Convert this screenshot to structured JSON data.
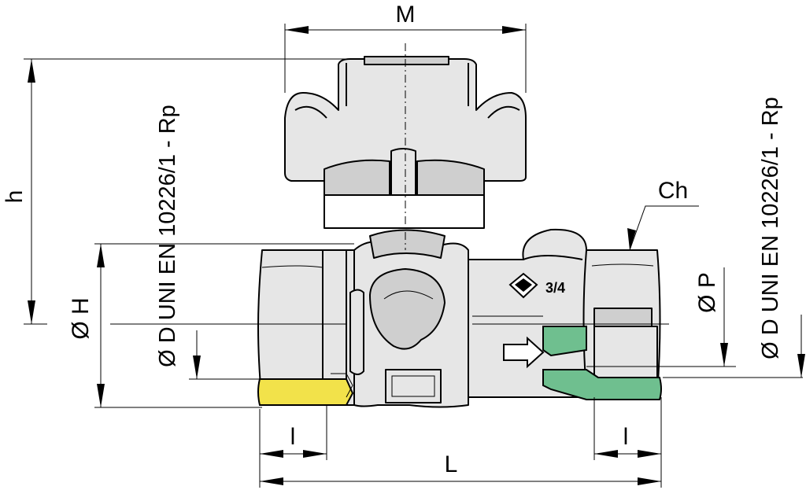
{
  "labels": {
    "M": "M",
    "h": "h",
    "phi_H": "Ø H",
    "phi_D_left": "Ø D UNI EN 10226/1 - Rp",
    "phi_D_right": "Ø D UNI EN 10226/1 - Rp",
    "phi_P": "Ø P",
    "Ch": "Ch",
    "l_left": "l",
    "l_right": "l",
    "L": "L",
    "size_mark": "3/4"
  },
  "colors": {
    "left_thread": "#f2e24a",
    "right_insert": "#6fbf8f",
    "body": "#e6e6e6"
  }
}
